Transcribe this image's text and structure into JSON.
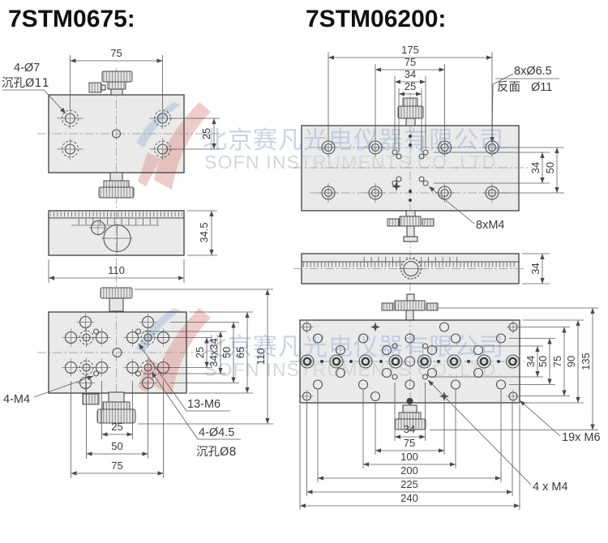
{
  "titles": {
    "left": "7STM0675:",
    "right": "7STM06200:"
  },
  "watermark": {
    "cn": "北京赛凡光电仪器有限公司",
    "en": "SOFN INSTRUMENTS CO.,LTD.",
    "cn_color": "#b3c3dd",
    "en_color": "#d6d6d6",
    "logo_red": "#e19a92",
    "logo_blue": "#a7bedb"
  },
  "stm0675": {
    "top_view": {
      "dim_width": "75",
      "dim_height": "25",
      "callout_hole": "4-Ø7",
      "callout_cbore": "沉孔Ø11"
    },
    "side_view": {
      "dim_height": "34.5",
      "dim_width": "110"
    },
    "bottom_view": {
      "dims_right": [
        "25",
        "34x34",
        "50",
        "65",
        "110"
      ],
      "dims_bottom": [
        "25",
        "50",
        "75"
      ],
      "callout_m4": "4-M4",
      "callout_m6": "13-M6",
      "callout_hole": "4-Ø4.5",
      "callout_cbore": "沉孔Ø8"
    }
  },
  "stm06200": {
    "top_view": {
      "dims_top": [
        "175",
        "75",
        "34",
        "25"
      ],
      "dims_right": [
        "34",
        "50"
      ],
      "callout_hole": "8xØ6.5",
      "callout_back": "反面",
      "callout_back_dia": "Ø11",
      "callout_m4": "8xM4"
    },
    "side_view": {
      "dim_height": "34"
    },
    "bottom_view": {
      "dims_right": [
        "34",
        "50",
        "75",
        "90",
        "135"
      ],
      "dims_bottom": [
        "34",
        "75",
        "100",
        "200",
        "225",
        "240"
      ],
      "callout_m6": "19x M6",
      "callout_m4": "4 x M4"
    }
  }
}
